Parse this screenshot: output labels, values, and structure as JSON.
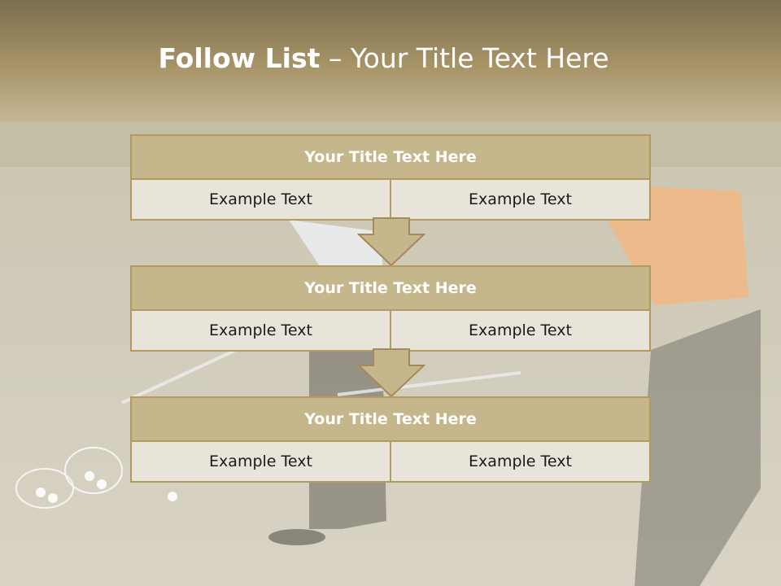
{
  "title": {
    "bold": "Follow List",
    "rest": "– Your Title Text Here"
  },
  "blocks": [
    {
      "heading": "Your Title Text Here",
      "left": "Example Text",
      "right": "Example Text"
    },
    {
      "heading": "Your Title Text Here",
      "left": "Example Text",
      "right": "Example Text"
    },
    {
      "heading": "Your Title Text Here",
      "left": "Example Text",
      "right": "Example Text"
    }
  ],
  "colors": {
    "header_band": "#8a7a55",
    "box_fill": "#c6b68c",
    "box_border": "#b39a63",
    "cell_fill": "#e9e4da"
  }
}
